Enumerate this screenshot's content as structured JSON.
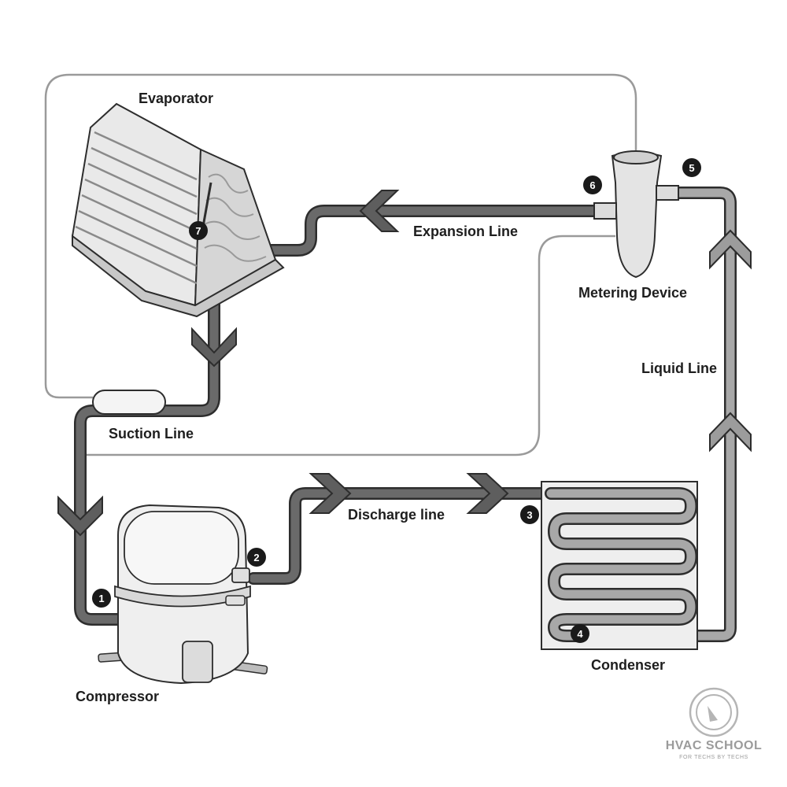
{
  "components": {
    "evaporator": "Evaporator",
    "metering_device": "Metering Device",
    "compressor": "Compressor",
    "condenser": "Condenser"
  },
  "lines": {
    "expansion": "Expansion Line",
    "suction": "Suction Line",
    "discharge": "Discharge line",
    "liquid": "Liquid Line"
  },
  "markers": [
    "1",
    "2",
    "3",
    "4",
    "5",
    "6",
    "7"
  ],
  "brand": {
    "name": "HVAC SCHOOL",
    "tagline": "FOR TECHS BY TECHS"
  },
  "colors": {
    "suction_pipe": "#6a6a6a",
    "liquid_pipe": "#a8a8a8",
    "outline": "#2d2d2d",
    "marker": "#1a1a1a"
  }
}
